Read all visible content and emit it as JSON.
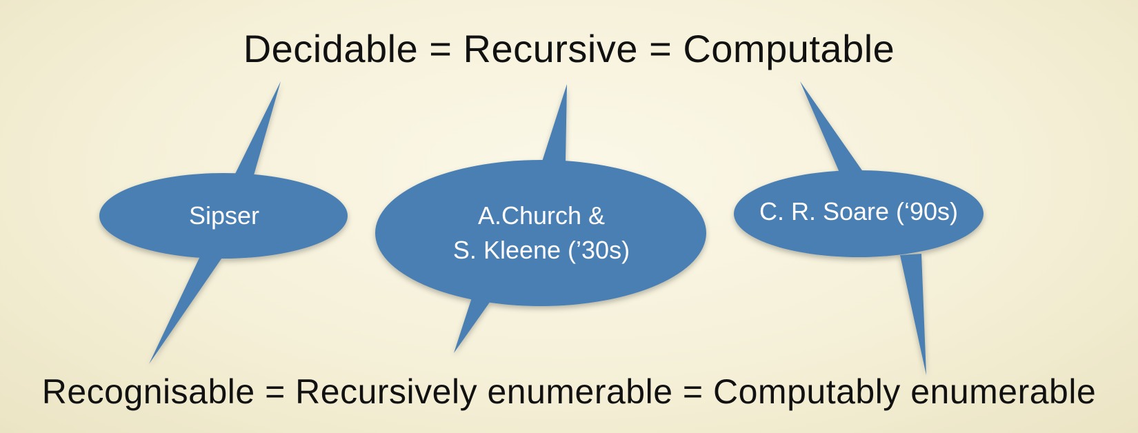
{
  "top_heading": "Decidable = Recursive = Computable",
  "bottom_heading": "Recognisable = Recursively enumerable = Computably enumerable",
  "colors": {
    "bubble_fill": "#4a7fb3",
    "bubble_text": "#ffffff",
    "heading_text": "#111111"
  },
  "bubbles": [
    {
      "lines": [
        "Sipser"
      ]
    },
    {
      "lines": [
        "A.Church &",
        "S. Kleene (’30s)"
      ]
    },
    {
      "lines": [
        "C. R. Soare (‘90s)"
      ]
    }
  ]
}
